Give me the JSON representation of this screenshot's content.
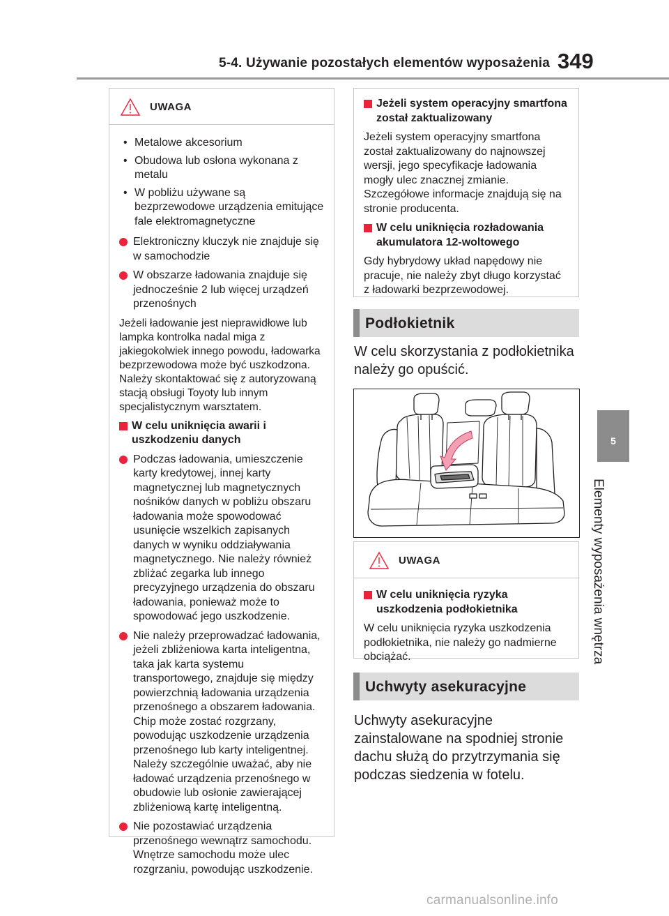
{
  "header": {
    "section_title": "5-4. Używanie pozostałych elementów wyposażenia",
    "page_number": "349"
  },
  "side_tab": {
    "chapter_number": "5",
    "chapter_title": "Elementy wyposażenia wnętrza"
  },
  "left_box": {
    "label": "UWAGA",
    "bullets": [
      "Metalowe akcesorium",
      "Obudowa lub osłona wykonana z metalu",
      "W pobliżu używane są bezprzewodowe urządzenia emitujące fale elektromagnetyczne"
    ],
    "dot_items_1": [
      "Elektroniczny kluczyk nie znajduje się w samochodzie",
      "W obszarze ładowania znajduje się jednocześnie 2 lub więcej urządzeń przenośnych"
    ],
    "paragraph": "Jeżeli ładowanie jest nieprawidłowe lub lampka kontrolka nadal miga z jakiegokolwiek innego powodu, ładowarka bezprzewodowa może być uszkodzona. Należy skontaktować się z autoryzowaną stacją obsługi Toyoty lub innym specjalistycznym warsztatem.",
    "heading": "W celu uniknięcia awarii i uszkodzeniu danych",
    "dot_items_2": [
      "Podczas ładowania, umieszczenie karty kredytowej, innej karty magnetycznej lub magnetycznych nośników danych w pobliżu obszaru ładowania może spowodować usunięcie wszelkich zapisanych danych w wyniku oddziaływania magnetycznego. Nie należy również zbliżać zegarka lub innego precyzyjnego urządzenia do obszaru ładowania, ponieważ może to spowodować jego uszkodzenie.",
      "Nie należy przeprowadzać ładowania, jeżeli zbliżeniowa karta inteligentna, taka jak karta systemu transportowego, znajduje się między powierzchnią ładowania urządzenia przenośnego a obszarem ładowania. Chip może zostać rozgrzany, powodując uszkodzenie urządzenia przenośnego lub karty inteligentnej. Należy szczególnie uważać, aby nie ładować urządzenia przenośnego w obudowie lub osłonie zawierającej zbliżeniową kartę inteligentną.",
      "Nie pozostawiać urządzenia przenośnego wewnątrz samochodu. Wnętrze samochodu może ulec rozgrzaniu, powodując uszkodzenie."
    ]
  },
  "right_top_box": {
    "heading_1": "Jeżeli system operacyjny smartfona został zaktualizowany",
    "paragraph_1": "Jeżeli system operacyjny smartfona został zaktualizowany do najnowszej wersji, jego specyfikacje ładowania mogły ulec znacznej zmianie. Szczegółowe informacje znajdują się na stronie producenta.",
    "heading_2": "W celu uniknięcia rozładowania akumulatora 12-woltowego",
    "paragraph_2": "Gdy hybrydowy układ napędowy nie pracuje, nie należy zbyt długo korzystać z ładowarki bezprzewodowej."
  },
  "armrest_section": {
    "title": "Podłokietnik",
    "body": "W celu skorzystania z podłokietnika należy go opuścić."
  },
  "right_warning_box": {
    "label": "UWAGA",
    "heading": "W celu uniknięcia ryzyka uszkodzenia podłokietnika",
    "paragraph": "W celu uniknięcia ryzyka uszkodzenia podłokietnika, nie należy go nadmierne obciążać."
  },
  "grab_handles_section": {
    "title": "Uchwyty asekuracyjne",
    "body": "Uchwyty asekuracyjne zainstalowane na spodniej stronie dachu służą do przytrzymania się podczas siedzenia w fotelu."
  },
  "watermark": "carmanualsonline.info",
  "colors": {
    "accent_red": "#e8233a",
    "bar_gray": "#8c8c8c",
    "bar_light": "#dcdcdc"
  }
}
